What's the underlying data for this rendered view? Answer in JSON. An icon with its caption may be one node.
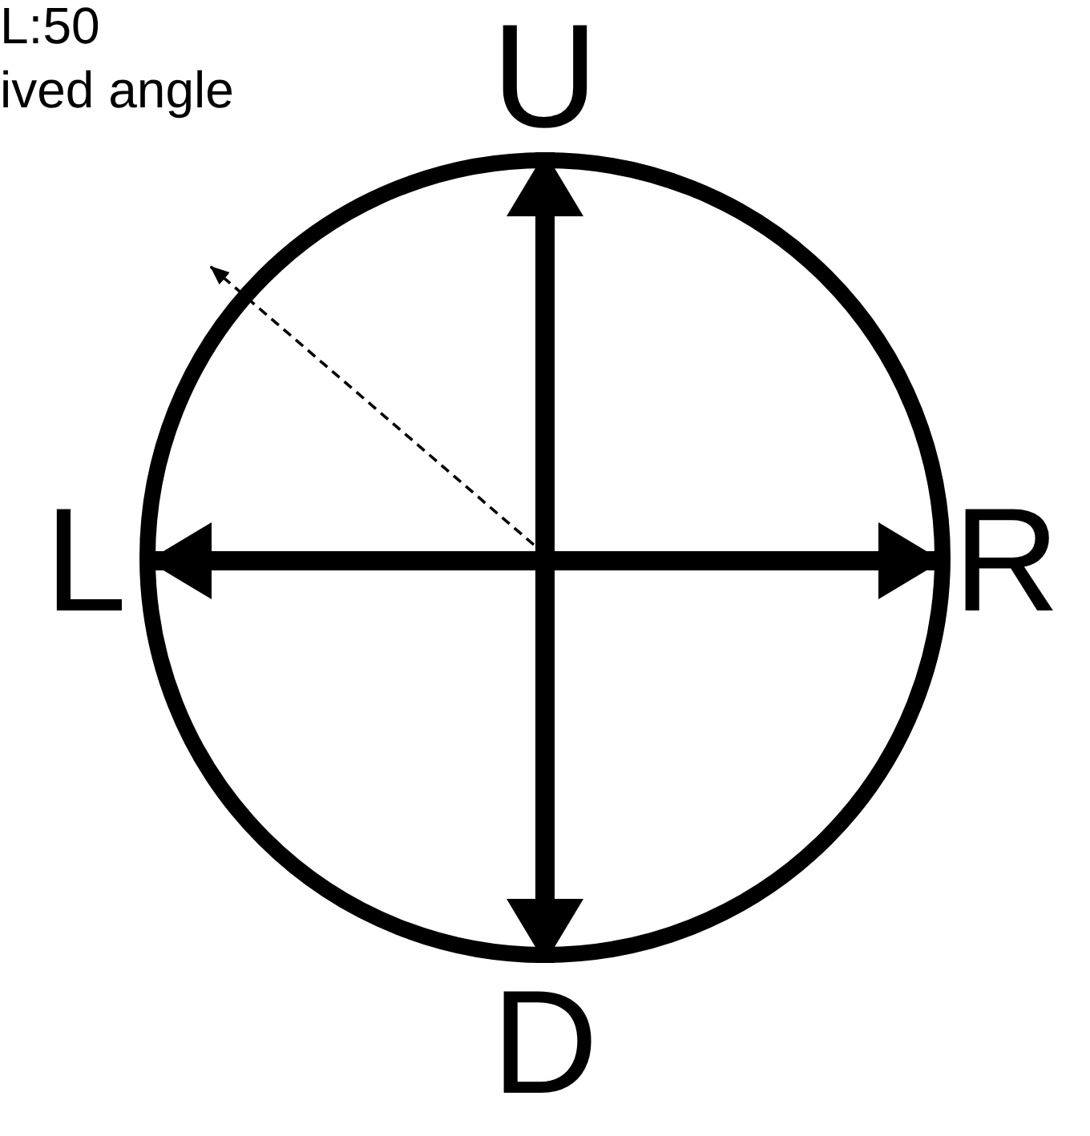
{
  "diagram": {
    "nodes": [
      {
        "text": [
          "U"
        ]
      },
      {
        "text": [
          "L"
        ]
      },
      {
        "text": [
          "R"
        ]
      },
      {
        "text": [
          "D"
        ]
      }
    ],
    "edges": [
      {
        "from": 0,
        "to": 3,
        "arrow": "both"
      },
      {
        "from": 1,
        "to": 2,
        "arrow": "both"
      }
    ],
    "labels": [
      "L:50",
      "ived angle"
    ]
  }
}
